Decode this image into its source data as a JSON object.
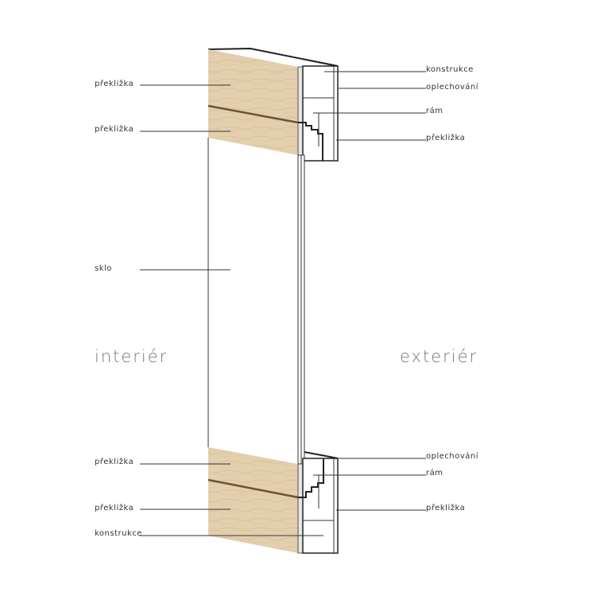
{
  "left_labels": [
    "překližka",
    "překližka",
    "sklo",
    "překližka",
    "překližka",
    "konstrukce"
  ],
  "right_labels": [
    "konstrukce",
    "oplechování",
    "rám",
    "překližka",
    "oplechování",
    "rám",
    "překližka"
  ],
  "sides": {
    "interior": "interiér",
    "exterior": "exteriér"
  },
  "colors": {
    "wood": "#e3cfae",
    "seam": "#6b5535"
  }
}
